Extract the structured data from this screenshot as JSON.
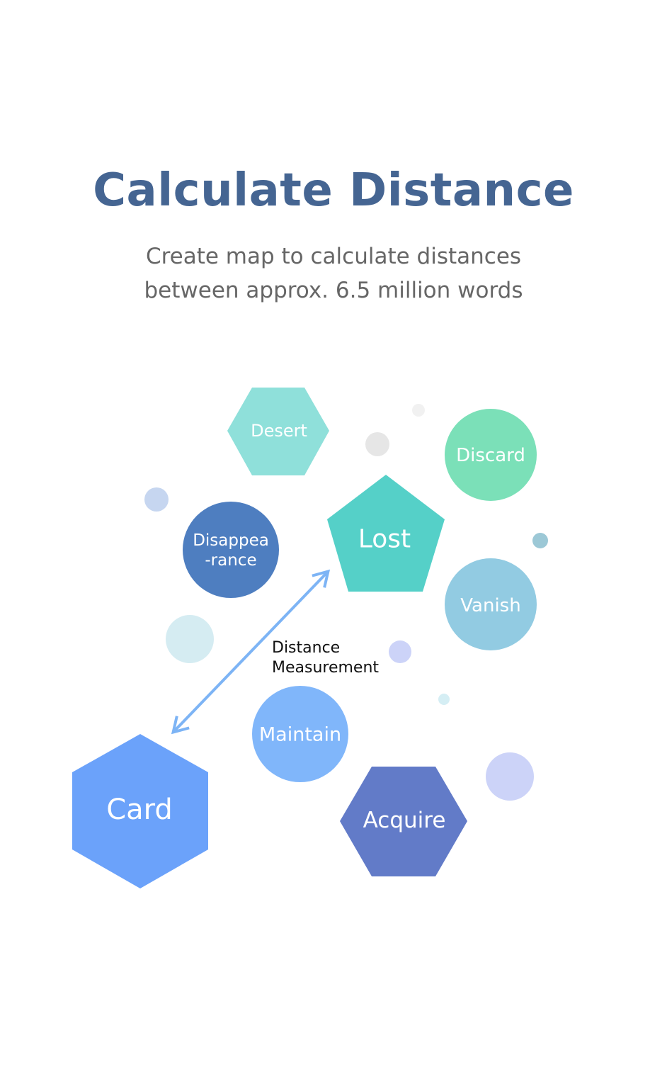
{
  "header": {
    "title": "Calculate Distance",
    "subtitle_line1": "Create map to calculate distances",
    "subtitle_line2": "between approx. 6.5 million words"
  },
  "diagram": {
    "nodes": {
      "desert": "Desert",
      "discard": "Discard",
      "disappearance_line1": "Disappea",
      "disappearance_line2": "-rance",
      "lost": "Lost",
      "vanish": "Vanish",
      "maintain": "Maintain",
      "card": "Card",
      "acquire": "Acquire"
    },
    "measurement_label_line1": "Distance",
    "measurement_label_line2": "Measurement"
  },
  "colors": {
    "title": "#456592",
    "subtitle": "#666666",
    "desert": "#8FE0DA",
    "discard": "#7BE0B8",
    "disappearance": "#4E7EC0",
    "lost": "#55D0C8",
    "vanish": "#92CBE2",
    "maintain": "#80B6FA",
    "card": "#6BA2FA",
    "acquire": "#627BC8",
    "arrow": "#7DB4F5"
  }
}
